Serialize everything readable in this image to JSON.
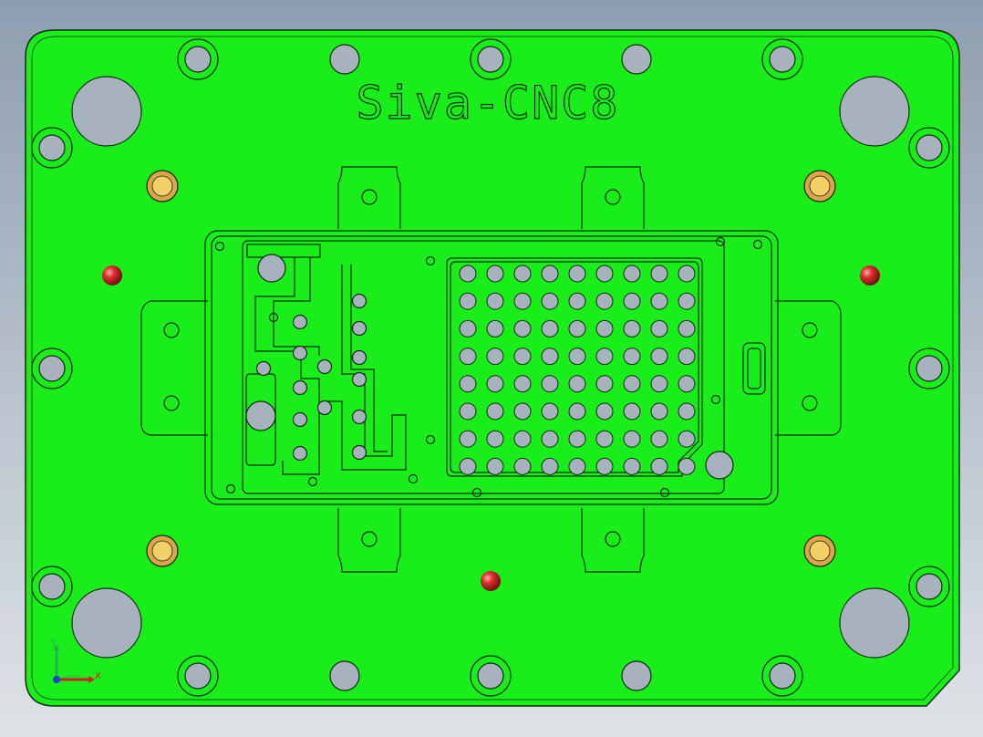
{
  "viewport": {
    "background_top": "#8e9db0",
    "background_bottom": "#dfe3e8"
  },
  "part": {
    "engraved_text": "Siva-CNC8",
    "face_color": "#1aee1a",
    "edge_color": "#0d2b0d",
    "hole_fill": "#a8b2be",
    "dowel_color": "#f3d06a",
    "ball_color": "#d42424",
    "pocket_grid": {
      "rows": 8,
      "cols": 9
    }
  },
  "triad": {
    "x_label": "X",
    "y_label": "Y",
    "x_color": "#d21f1f",
    "y_color": "#22b14c",
    "z_color": "#1f3fd2"
  }
}
